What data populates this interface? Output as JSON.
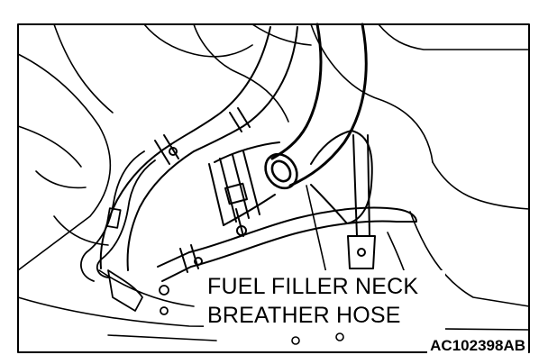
{
  "figure": {
    "callout_line_1": "FUEL FILLER NECK",
    "callout_line_2": "BREATHER HOSE",
    "figure_code": "AC102398AB"
  },
  "colors": {
    "ink": "#000000",
    "paper": "#ffffff"
  }
}
